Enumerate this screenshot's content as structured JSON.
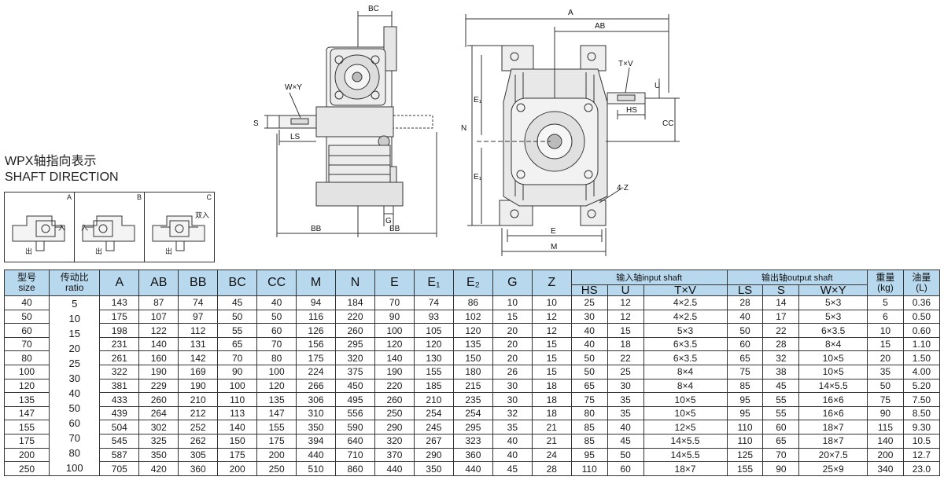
{
  "drawing": {
    "dims": {
      "BC": "BC",
      "A": "A",
      "AB": "AB",
      "TxV": "T×V",
      "WxY": "W×Y",
      "U": "U",
      "S": "S",
      "LS": "LS",
      "HS": "HS",
      "N": "N",
      "E1": "E₁",
      "CC": "CC",
      "Z": "4-Z",
      "G": "G",
      "BB": "BB",
      "E": "E",
      "M": "M"
    }
  },
  "title": {
    "cn": "WPX轴指向表示",
    "en": "SHAFT DIRECTION"
  },
  "directions": [
    {
      "letter": "A",
      "input": "入",
      "output": "出"
    },
    {
      "letter": "B",
      "input": "入",
      "output": "出"
    },
    {
      "letter": "C",
      "input": "双入",
      "output": "出"
    }
  ],
  "table": {
    "headers": {
      "size_cn": "型号",
      "size_en": "size",
      "ratio_cn": "传动比",
      "ratio_en": "ratio",
      "A": "A",
      "AB": "AB",
      "BB": "BB",
      "BC": "BC",
      "CC": "CC",
      "M": "M",
      "N": "N",
      "E": "E",
      "E1": "E₁",
      "E2": "E₂",
      "G": "G",
      "Z": "Z",
      "input": "输入轴input shaft",
      "output": "输出轴output shaft",
      "HS": "HS",
      "U": "U",
      "TxV": "T×V",
      "LS": "LS",
      "S": "S",
      "WxY": "W×Y",
      "weight_cn": "重量",
      "weight_en": "(kg)",
      "oil_cn": "油量",
      "oil_en": "(L)"
    },
    "ratios": [
      "5",
      "10",
      "15",
      "20",
      "25",
      "30",
      "40",
      "50",
      "60",
      "70",
      "80",
      "100"
    ],
    "rows": [
      [
        "40",
        "143",
        "87",
        "74",
        "45",
        "40",
        "94",
        "184",
        "70",
        "74",
        "86",
        "10",
        "10",
        "25",
        "12",
        "4×2.5",
        "28",
        "14",
        "5×3",
        "5",
        "0.36"
      ],
      [
        "50",
        "175",
        "107",
        "97",
        "50",
        "50",
        "116",
        "220",
        "90",
        "93",
        "102",
        "15",
        "12",
        "30",
        "12",
        "4×2.5",
        "40",
        "17",
        "5×3",
        "6",
        "0.50"
      ],
      [
        "60",
        "198",
        "122",
        "112",
        "55",
        "60",
        "126",
        "260",
        "100",
        "105",
        "120",
        "20",
        "12",
        "40",
        "15",
        "5×3",
        "50",
        "22",
        "6×3.5",
        "10",
        "0.60"
      ],
      [
        "70",
        "231",
        "140",
        "131",
        "65",
        "70",
        "156",
        "295",
        "120",
        "120",
        "135",
        "20",
        "15",
        "40",
        "18",
        "6×3.5",
        "60",
        "28",
        "8×4",
        "15",
        "1.10"
      ],
      [
        "80",
        "261",
        "160",
        "142",
        "70",
        "80",
        "175",
        "320",
        "140",
        "130",
        "150",
        "20",
        "15",
        "50",
        "22",
        "6×3.5",
        "65",
        "32",
        "10×5",
        "20",
        "1.50"
      ],
      [
        "100",
        "322",
        "190",
        "169",
        "90",
        "100",
        "224",
        "375",
        "190",
        "155",
        "180",
        "26",
        "15",
        "50",
        "25",
        "8×4",
        "75",
        "38",
        "10×5",
        "35",
        "4.00"
      ],
      [
        "120",
        "381",
        "229",
        "190",
        "100",
        "120",
        "266",
        "450",
        "220",
        "185",
        "215",
        "30",
        "18",
        "65",
        "30",
        "8×4",
        "85",
        "45",
        "14×5.5",
        "50",
        "5.20"
      ],
      [
        "135",
        "433",
        "260",
        "210",
        "110",
        "135",
        "306",
        "495",
        "260",
        "210",
        "235",
        "30",
        "18",
        "75",
        "35",
        "10×5",
        "95",
        "55",
        "16×6",
        "75",
        "7.50"
      ],
      [
        "147",
        "439",
        "264",
        "212",
        "113",
        "147",
        "310",
        "556",
        "250",
        "254",
        "254",
        "32",
        "18",
        "80",
        "35",
        "10×5",
        "95",
        "55",
        "16×6",
        "90",
        "8.50"
      ],
      [
        "155",
        "504",
        "302",
        "252",
        "140",
        "155",
        "350",
        "590",
        "290",
        "245",
        "295",
        "35",
        "21",
        "85",
        "40",
        "12×5",
        "110",
        "60",
        "18×7",
        "115",
        "9.30"
      ],
      [
        "175",
        "545",
        "325",
        "262",
        "150",
        "175",
        "394",
        "640",
        "320",
        "267",
        "323",
        "40",
        "21",
        "85",
        "45",
        "14×5.5",
        "110",
        "65",
        "18×7",
        "140",
        "10.5"
      ],
      [
        "200",
        "587",
        "350",
        "305",
        "175",
        "200",
        "440",
        "710",
        "370",
        "290",
        "360",
        "40",
        "24",
        "95",
        "50",
        "14×5.5",
        "125",
        "70",
        "20×7.5",
        "200",
        "12.7"
      ],
      [
        "250",
        "705",
        "420",
        "360",
        "200",
        "250",
        "510",
        "860",
        "440",
        "350",
        "440",
        "45",
        "28",
        "110",
        "60",
        "18×7",
        "155",
        "90",
        "25×9",
        "340",
        "23.0"
      ]
    ]
  }
}
